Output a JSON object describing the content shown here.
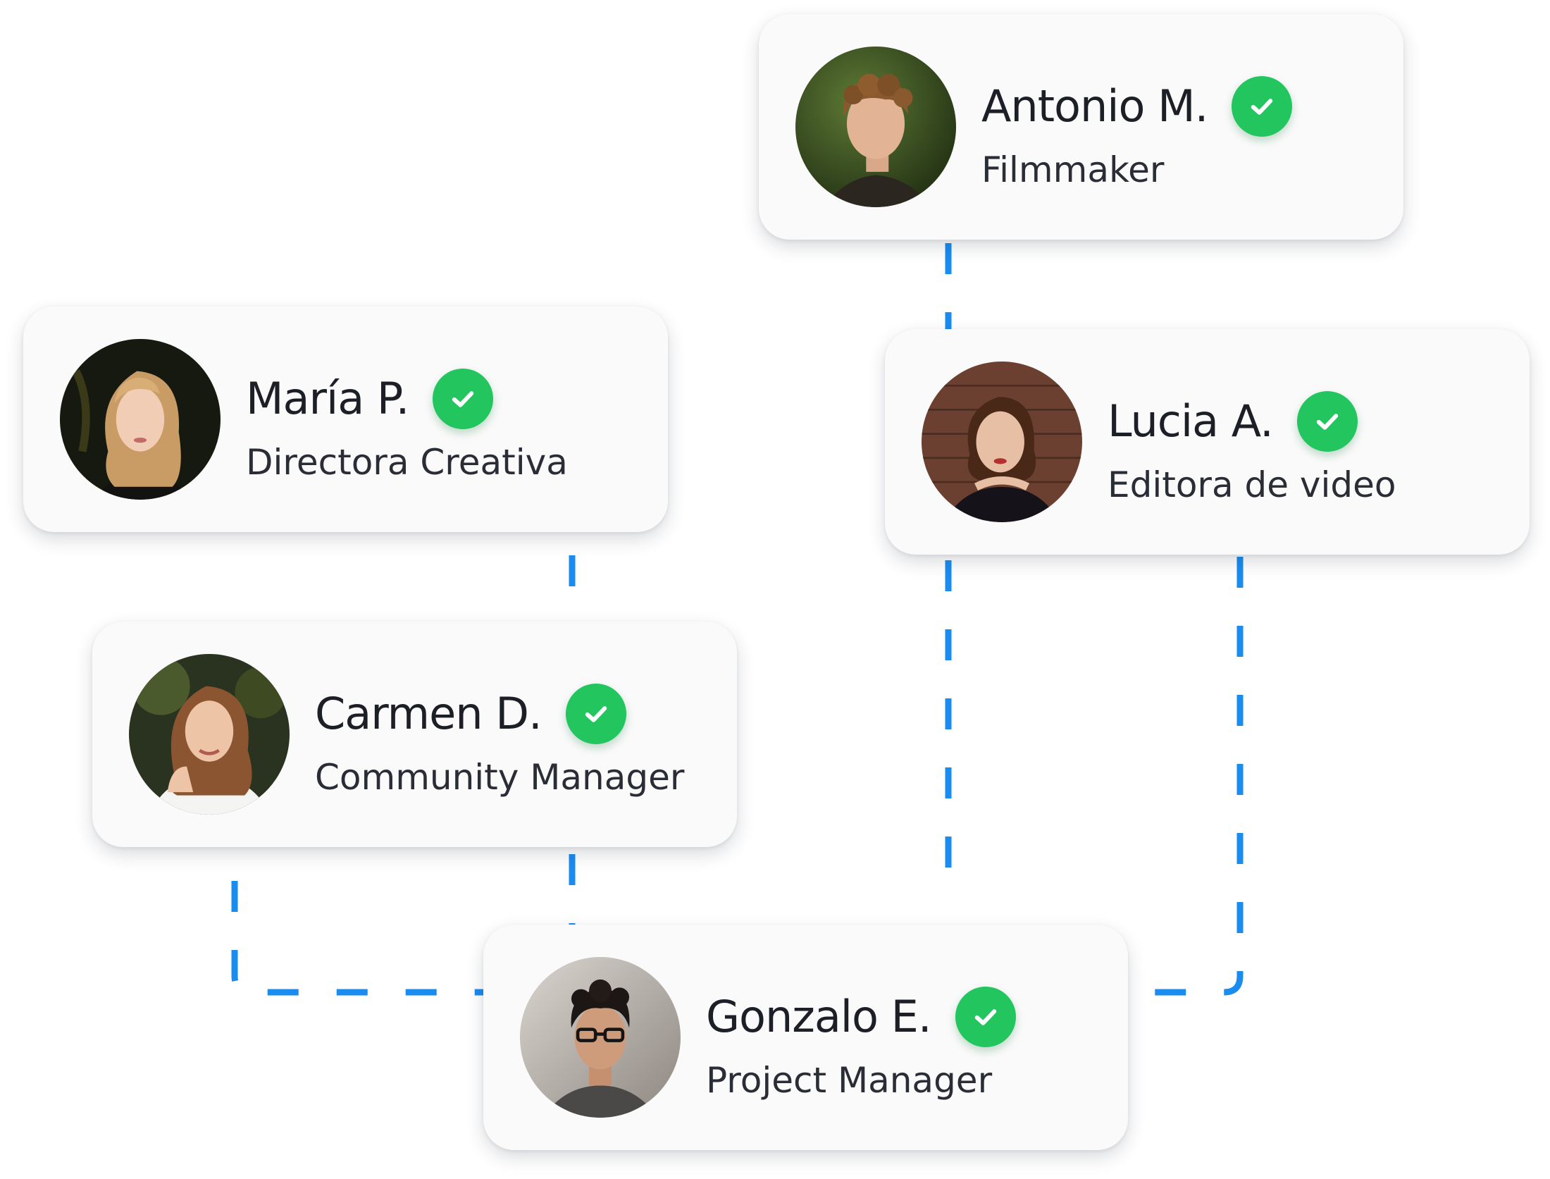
{
  "members": {
    "antonio": {
      "name": "Antonio M.",
      "role": "Filmmaker",
      "avatar_icon": "avatar-young-man-curly-hair"
    },
    "lucia": {
      "name": "Lucia A.",
      "role": "Editora de video",
      "avatar_icon": "avatar-woman-brown-hair"
    },
    "maria": {
      "name": "María P.",
      "role": "Directora Creativa",
      "avatar_icon": "avatar-woman-blonde-hair"
    },
    "carmen": {
      "name": "Carmen D.",
      "role": "Community Manager",
      "avatar_icon": "avatar-woman-long-hair-white-shirt"
    },
    "gonzalo": {
      "name": "Gonzalo E.",
      "role": "Project Manager",
      "avatar_icon": "avatar-man-glasses"
    }
  },
  "icons": {
    "verified": "check-circle-icon"
  },
  "colors": {
    "card_background": "#fafafa",
    "connector": "#1a8cf0",
    "verified_badge": "#22c55e",
    "name_text": "#1d1f27",
    "role_text": "#2a2d36"
  }
}
